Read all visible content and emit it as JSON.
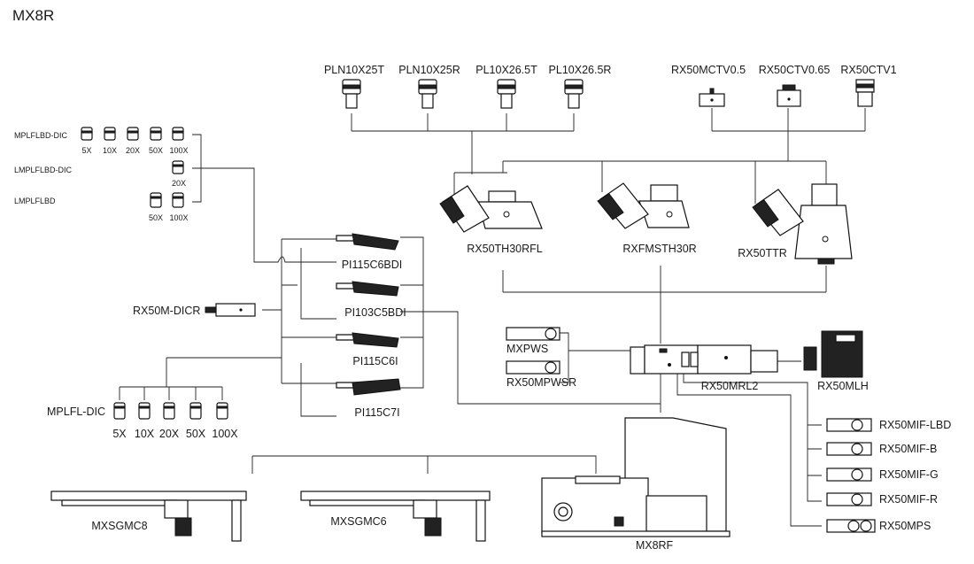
{
  "title": "MX8R",
  "objectives_top": [
    "PLN10X25T",
    "PLN10X25R",
    "PL10X26.5T",
    "PL10X26.5R"
  ],
  "ctv": [
    "RX50MCTV0.5",
    "RX50CTV0.65",
    "RX50CTV1"
  ],
  "heads": [
    "RX50TH30RFL",
    "RXFMSTH30R",
    "RX50TTR"
  ],
  "obj_sets": {
    "mplflbd_dic": "MPLFLBD-DIC",
    "lmplflbd_dic": "LMPLFLBD-DIC",
    "lmplflbd": "LMPLFLBD",
    "mag_row1": [
      "5X",
      "10X",
      "20X",
      "50X",
      "100X"
    ],
    "mag_row2": "20X",
    "mag_row3": [
      "50X",
      "100X"
    ]
  },
  "nosepieces": [
    "PI115C6BDI",
    "PI103C5BDI",
    "PI115C6I",
    "PI115C7I"
  ],
  "dic_slider": "RX50M-DICR",
  "mplfl_dic": {
    "label": "MPLFL-DIC",
    "mags": [
      "5X",
      "10X",
      "20X",
      "50X",
      "100X"
    ]
  },
  "mxpws": "MXPWS",
  "rx50mpwsr": "RX50MPWSR",
  "rx50mrl2": "RX50MRL2",
  "rx50mlh": "RX50MLH",
  "filters": [
    "RX50MIF-LBD",
    "RX50MIF-B",
    "RX50MIF-G",
    "RX50MIF-R",
    "RX50MPS"
  ],
  "stages": [
    "MXSGMC8",
    "MXSGMC6"
  ],
  "frame": "MX8RF"
}
